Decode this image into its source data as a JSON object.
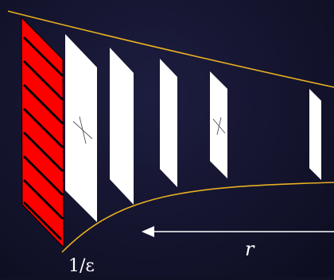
{
  "labels": {
    "epsilon": "1/ε",
    "r": "r"
  },
  "colors": {
    "background": "#14142e",
    "envelope": "#e8b020",
    "hatched_wall": "#ff0000",
    "hatch_lines": "#000000",
    "plates": "#ffffff",
    "arrow": "#ffffff",
    "text": "#ffffff"
  },
  "plates": {
    "count": 5
  }
}
